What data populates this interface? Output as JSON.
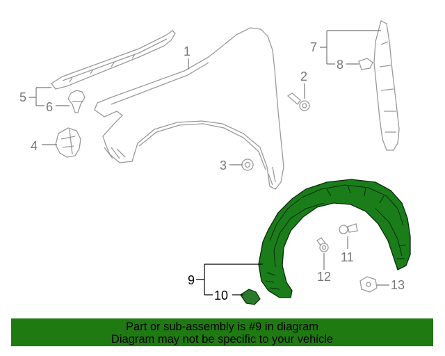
{
  "colors": {
    "highlight_part": "#1a7d1a",
    "banner_background": "#1f7a12",
    "callout_gray": "#777777",
    "callout_black": "#000000"
  },
  "callouts": {
    "c1": "1",
    "c2": "2",
    "c3": "3",
    "c4": "4",
    "c5": "5",
    "c6": "6",
    "c7": "7",
    "c8": "8",
    "c9": "9",
    "c10": "10",
    "c11": "11",
    "c12": "12",
    "c13": "13"
  },
  "banner": {
    "line1": "Part or sub-assembly is #9 in diagram",
    "line2": "Diagram may not be specific to your vehicle"
  }
}
